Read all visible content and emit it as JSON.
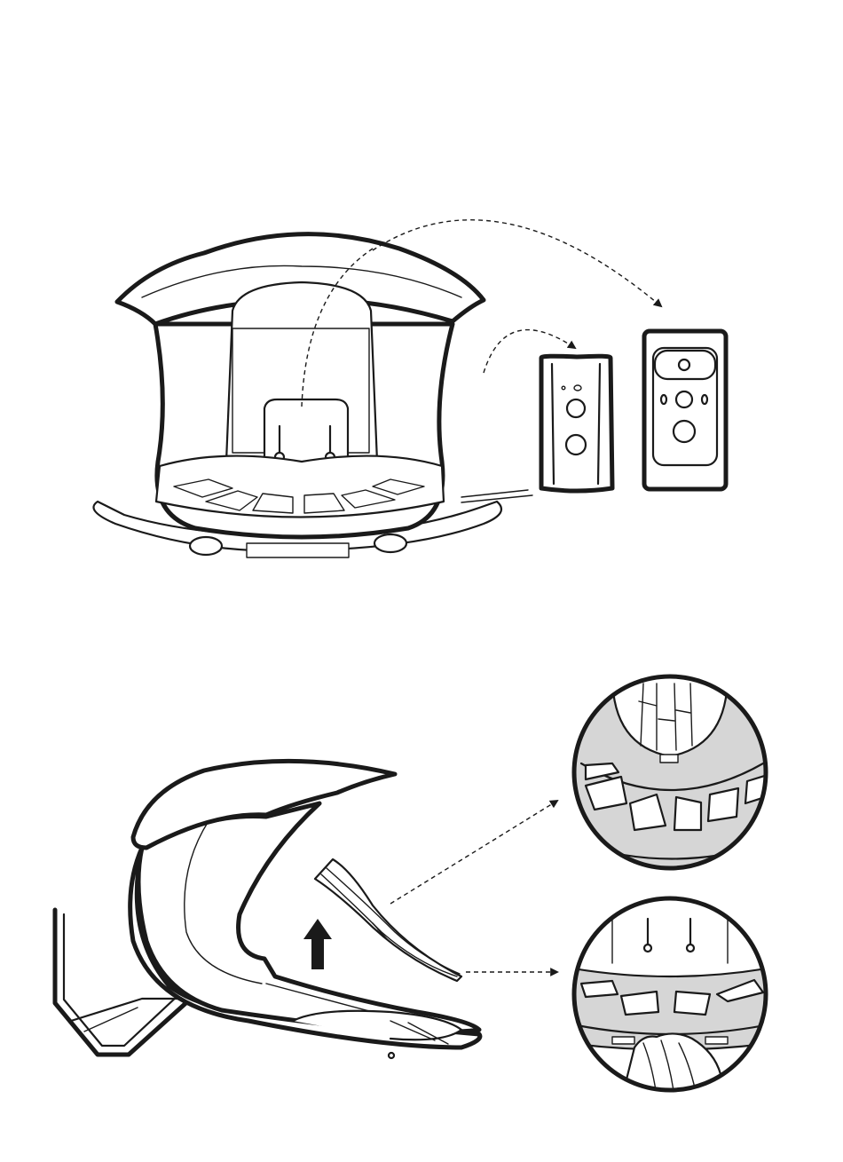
{
  "figure": {
    "panels": [
      {
        "id": "top",
        "main_object": "seat-with-back",
        "components": [
          "control-pod-small",
          "remote-control"
        ],
        "arrows": [
          "dashed-curved-arrow",
          "dashed-curved-arrow"
        ]
      },
      {
        "id": "bottom",
        "main_object": "seat-side-view",
        "components": [
          "removable-cushion-panel"
        ],
        "arrows": [
          "solid-up-arrow",
          "dashed-straight-arrow",
          "dashed-straight-arrow"
        ],
        "insets": [
          "magnified-base-with-fingers",
          "magnified-base-with-hand"
        ]
      }
    ],
    "colors": {
      "line": "#1a1a1a",
      "inset_fill": "#d6d6d6",
      "background": "#ffffff"
    }
  }
}
